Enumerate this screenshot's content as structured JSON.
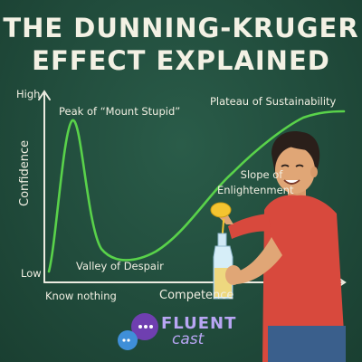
{
  "title": {
    "line1": "THE DUNNING-KRUGER",
    "line2": "EFFECT EXPLAINED"
  },
  "axes": {
    "y_high": "High",
    "y_low": "Low",
    "y_label": "Confidence",
    "x_start": "Know nothing",
    "x_label": "Competence"
  },
  "curve_labels": {
    "peak": "Peak of “Mount Stupid”",
    "valley": "Valley of Despair",
    "slope_line1": "Slope of",
    "slope_line2": "Enlightenment",
    "plateau": "Plateau of Sustainability"
  },
  "brand": {
    "name": "FLUENT",
    "sub": "cast"
  },
  "colors": {
    "background": "#214c3c",
    "curve": "#59d24a",
    "chalk": "#f1efe2",
    "brand": "#b8a6f4"
  }
}
